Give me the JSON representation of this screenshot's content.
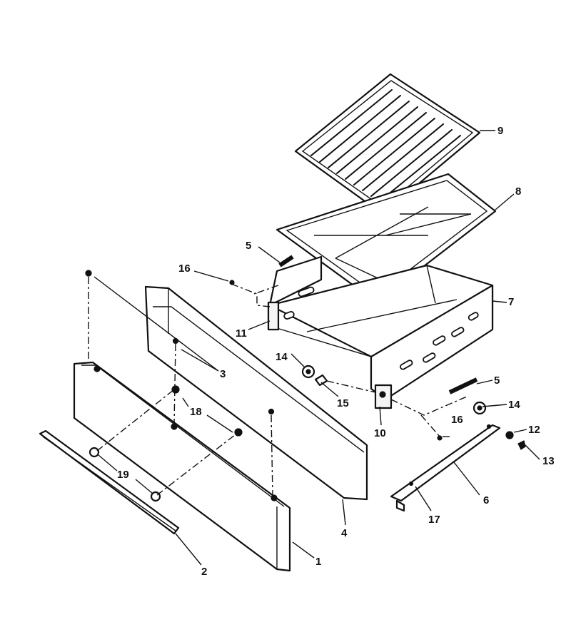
{
  "callouts": [
    {
      "id": "c1",
      "label": "1"
    },
    {
      "id": "c2",
      "label": "2"
    },
    {
      "id": "c3",
      "label": "3"
    },
    {
      "id": "c4",
      "label": "4"
    },
    {
      "id": "c5a",
      "label": "5"
    },
    {
      "id": "c5b",
      "label": "5"
    },
    {
      "id": "c6",
      "label": "6"
    },
    {
      "id": "c7",
      "label": "7"
    },
    {
      "id": "c8",
      "label": "8"
    },
    {
      "id": "c9",
      "label": "9"
    },
    {
      "id": "c10",
      "label": "10"
    },
    {
      "id": "c11",
      "label": "11"
    },
    {
      "id": "c12",
      "label": "12"
    },
    {
      "id": "c13",
      "label": "13"
    },
    {
      "id": "c14a",
      "label": "14"
    },
    {
      "id": "c14b",
      "label": "14"
    },
    {
      "id": "c15",
      "label": "15"
    },
    {
      "id": "c16a",
      "label": "16"
    },
    {
      "id": "c16b",
      "label": "16"
    },
    {
      "id": "c17",
      "label": "17"
    },
    {
      "id": "c18",
      "label": "18"
    },
    {
      "id": "c19",
      "label": "19"
    }
  ]
}
